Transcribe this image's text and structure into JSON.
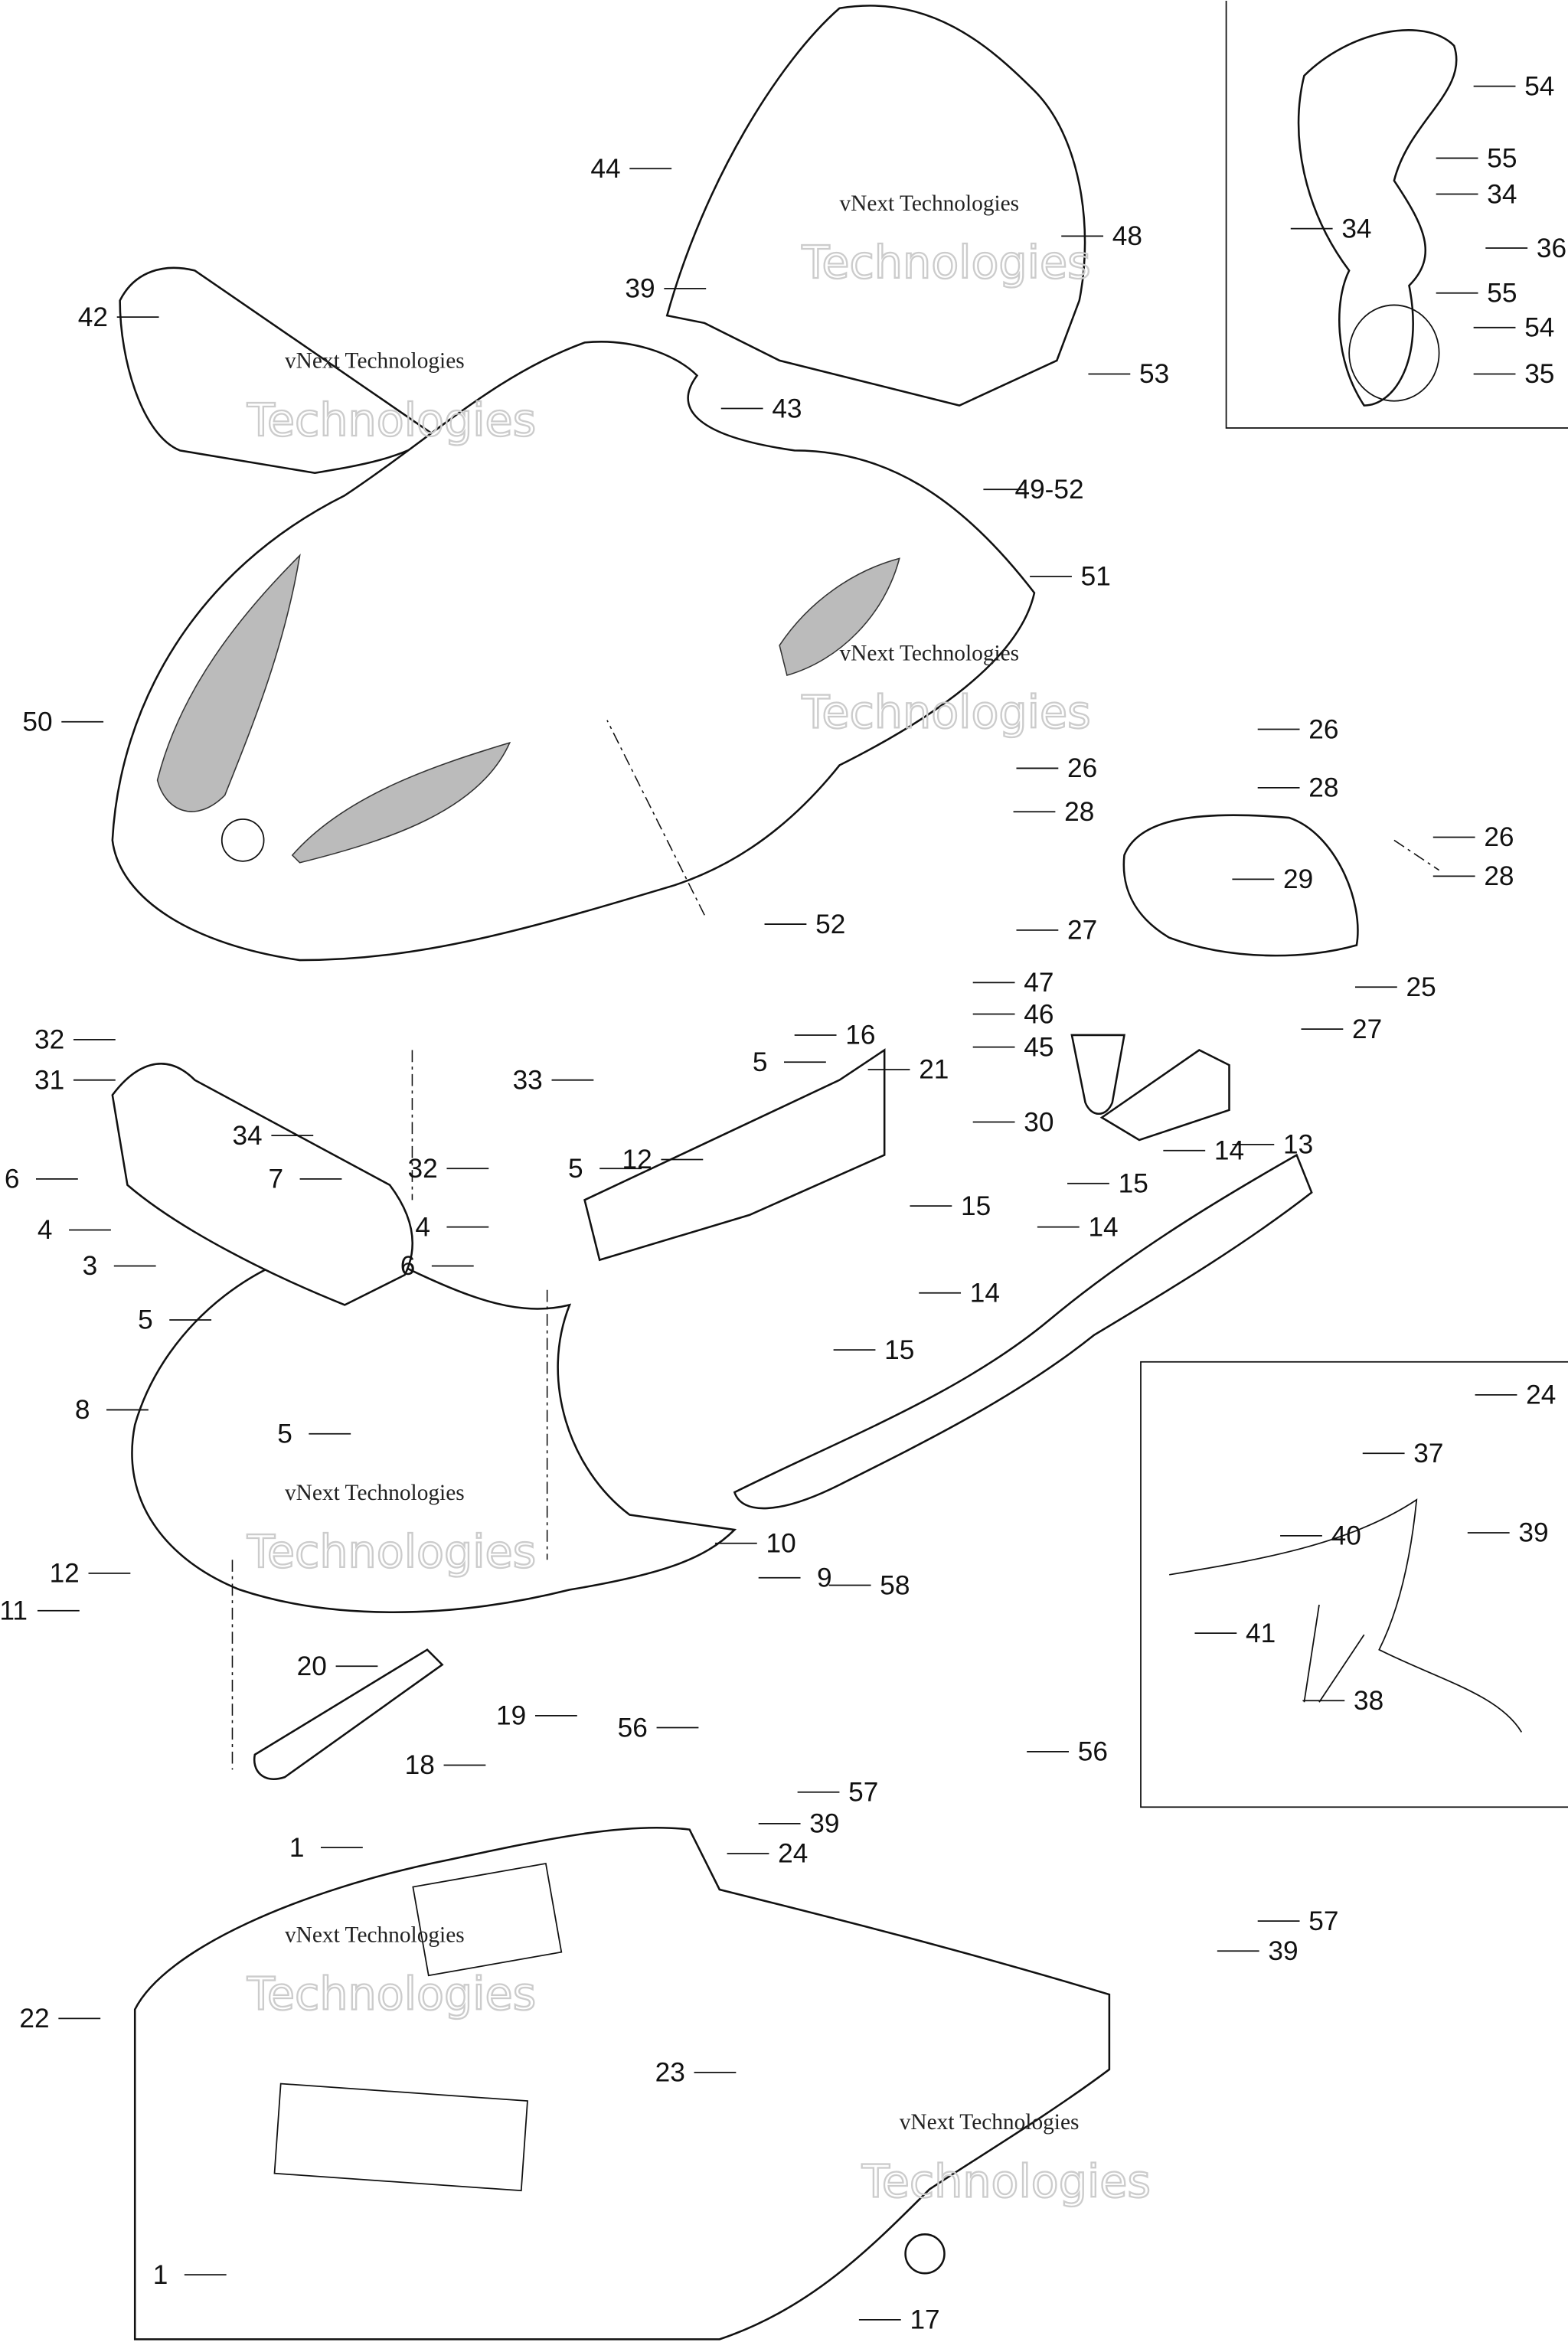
{
  "diagram": {
    "type": "exploded parts diagram",
    "watermark": "vNext Technologies",
    "watermark_large": "Technologies",
    "callouts": [
      "44",
      "39",
      "42",
      "43",
      "48",
      "53",
      "49-52",
      "51",
      "50",
      "52",
      "54",
      "55",
      "34",
      "36",
      "34",
      "55",
      "54",
      "35",
      "26",
      "26",
      "28",
      "28",
      "26",
      "28",
      "29",
      "27",
      "25",
      "27",
      "47",
      "46",
      "45",
      "30",
      "32",
      "31",
      "33",
      "34",
      "32",
      "7",
      "6",
      "4",
      "4",
      "3",
      "6",
      "5",
      "5",
      "8",
      "5",
      "16",
      "21",
      "5",
      "12",
      "14",
      "13",
      "15",
      "15",
      "14",
      "14",
      "15",
      "10",
      "9",
      "58",
      "12",
      "11",
      "20",
      "19",
      "18",
      "24",
      "37",
      "40",
      "39",
      "41",
      "38",
      "56",
      "57",
      "39",
      "24",
      "1",
      "22",
      "23",
      "56",
      "57",
      "39",
      "1",
      "17"
    ]
  }
}
